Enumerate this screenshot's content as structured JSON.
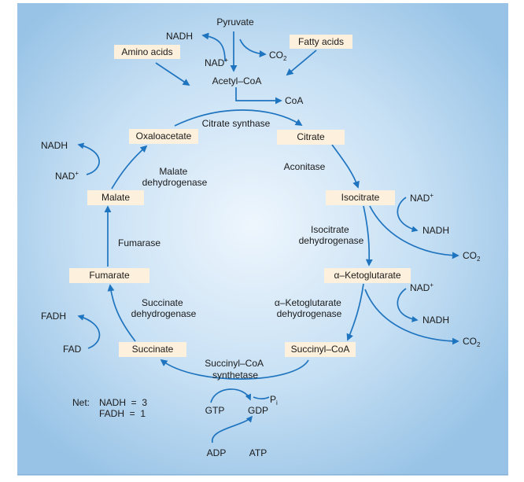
{
  "molecules": {
    "pyruvate": "Pyruvate",
    "nadh_top": "NADH",
    "nad_top_base": "NAD",
    "nad_top_sup": "+",
    "co2_top_base": "CO",
    "co2_top_sub": "2",
    "amino_acids": "Amino acids",
    "fatty_acids": "Fatty acids",
    "acetyl_coa": "Acetyl–CoA",
    "coa": "CoA"
  },
  "cycle": {
    "oxaloacetate": "Oxaloacetate",
    "citrate": "Citrate",
    "isocitrate": "Isocitrate",
    "alpha_ketoglutarate": "α–Ketoglutarate",
    "succinyl_coa": "Succinyl–CoA",
    "succinate": "Succinate",
    "fumarate": "Fumarate",
    "malate": "Malate"
  },
  "enzymes": {
    "citrate_synthase": "Citrate synthase",
    "aconitase": "Aconitase",
    "isocitrate_dh": [
      "Isocitrate",
      "dehydrogenase"
    ],
    "akg_dh": [
      "α–Ketoglutarate",
      "dehydrogenase"
    ],
    "succinyl_coa_synthetase": [
      "Succinyl–CoA",
      "synthetase"
    ],
    "succinate_dh": [
      "Succinate",
      "dehydrogenase"
    ],
    "fumarase": "Fumarase",
    "malate_dh": [
      "Malate",
      "dehydrogenase"
    ]
  },
  "cofactors": {
    "nadh_left": "NADH",
    "nad_left_base": "NAD",
    "nad_left_sup": "+",
    "fadh": "FADH",
    "fad": "FAD",
    "nad_isocitrate_base": "NAD",
    "nad_isocitrate_sup": "+",
    "nadh_isocitrate": "NADH",
    "co2_isocitrate_base": "CO",
    "co2_isocitrate_sub": "2",
    "nad_akg_base": "NAD",
    "nad_akg_sup": "+",
    "nadh_akg": "NADH",
    "co2_akg_base": "CO",
    "co2_akg_sub": "2",
    "gtp": "GTP",
    "gdp": "GDP",
    "pi_base": "P",
    "pi_sub": "i",
    "adp": "ADP",
    "atp": "ATP"
  },
  "net": {
    "label": "Net:",
    "line1": "NADH  =  3",
    "line2": "FADH  =  1"
  },
  "colors": {
    "arrow": "#1f74bf",
    "box": "#fdf0dc",
    "background_center": "#eaf3fb",
    "background_edge": "#9fc8e8"
  }
}
